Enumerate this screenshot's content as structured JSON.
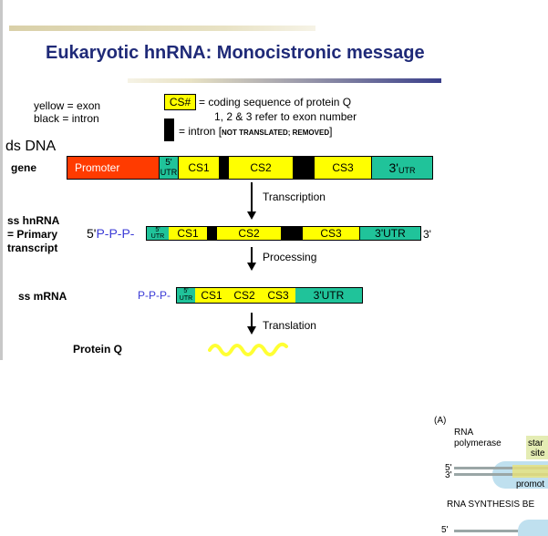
{
  "title": "Eukaryotic hnRNA: Monocistronic message",
  "legend": {
    "exon": "yellow = exon",
    "intron": "black = intron",
    "cs_box": "CS#",
    "cs_desc1": "= coding sequence of protein Q",
    "cs_desc2": "1, 2 & 3 refer to exon number",
    "intron_desc": "= intron [",
    "intron_note": "NOT TRANSLATED; REMOVED",
    "intron_close": "]"
  },
  "rows": {
    "ds_dna": "ds DNA",
    "gene": "gene",
    "hnrna1": "ss hnRNA",
    "hnrna2": "= Primary",
    "hnrna3": "transcript",
    "mrna": "ss mRNA",
    "protein": "Protein Q"
  },
  "gene": {
    "promoter": "Promoter",
    "utr5_a": "5'",
    "utr5_b": "UTR",
    "cs1": "CS1",
    "cs2": "CS2",
    "cs3": "CS3",
    "utr3_a": "3'",
    "utr3_b": "UTR"
  },
  "hnrna": {
    "prefix": "5'",
    "ppp": "P-P-P-",
    "utr5_a": "5'",
    "utr5_b": "UTR",
    "cs1": "CS1",
    "cs2": "CS2",
    "cs3": "CS3",
    "utr3": "3'UTR",
    "suffix": "3'"
  },
  "mrna": {
    "ppp": "P-P-P-",
    "utr5_a": "5'",
    "utr5_b": "UTR",
    "cs1": "CS1",
    "cs2": "CS2",
    "cs3": "CS3",
    "utr3": "3'UTR"
  },
  "steps": {
    "transcription": "Transcription",
    "processing": "Processing",
    "translation": "Translation"
  },
  "panel_a": {
    "label": "(A)",
    "rna1": "RNA",
    "rna2": "polymerase",
    "start1": "star",
    "start2": "site",
    "five": "5'",
    "three": "3'",
    "promoter": "promot",
    "synthesis": "RNA SYNTHESIS BE",
    "five2": "5'"
  },
  "colors": {
    "promoter": "#ff3b00",
    "utr": "#20c39a",
    "exon": "#ffff00",
    "intron": "#000000",
    "title": "#1f2a78",
    "protein": "#ffff33"
  }
}
